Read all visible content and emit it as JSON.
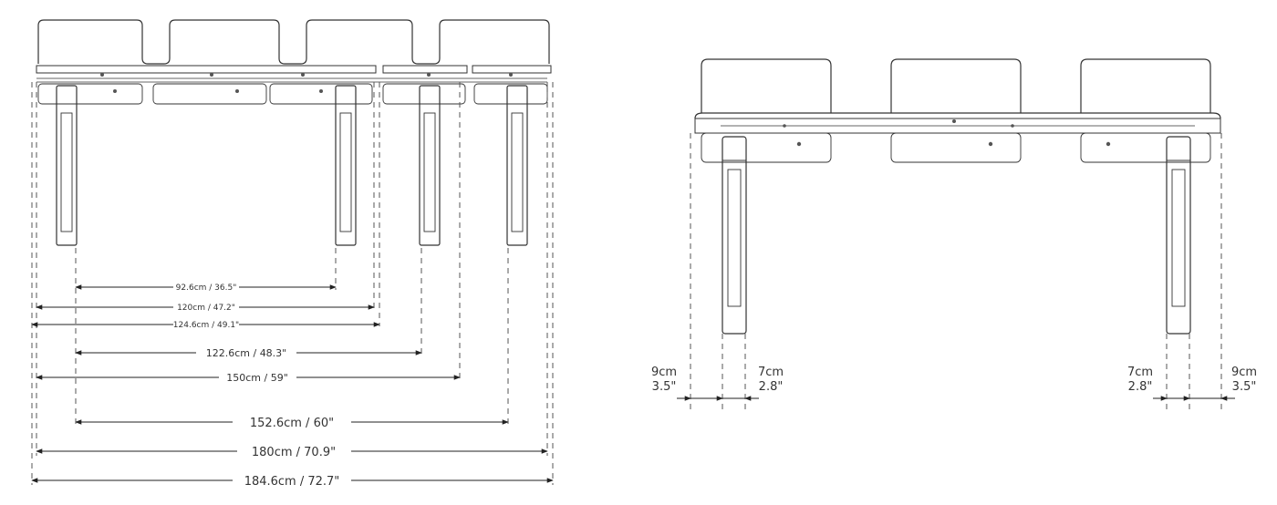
{
  "left_view": {
    "dimensions": [
      {
        "id": "d1",
        "label": "92.6cm / 36.5\""
      },
      {
        "id": "d2",
        "label": "120cm / 47.2\""
      },
      {
        "id": "d3",
        "label": "124.6cm / 49.1\""
      },
      {
        "id": "d4",
        "label": "122.6cm / 48.3\""
      },
      {
        "id": "d5",
        "label": "150cm / 59\""
      },
      {
        "id": "d6",
        "label": "152.6cm / 60\""
      },
      {
        "id": "d7",
        "label": "180cm / 70.9\""
      },
      {
        "id": "d8",
        "label": "184.6cm / 72.7\""
      }
    ]
  },
  "right_view": {
    "left_outer": {
      "cm": "9cm",
      "in": "3.5\""
    },
    "left_inner": {
      "cm": "7cm",
      "in": "2.8\""
    },
    "right_inner": {
      "cm": "7cm",
      "in": "2.8\""
    },
    "right_outer": {
      "cm": "9cm",
      "in": "3.5\""
    }
  }
}
